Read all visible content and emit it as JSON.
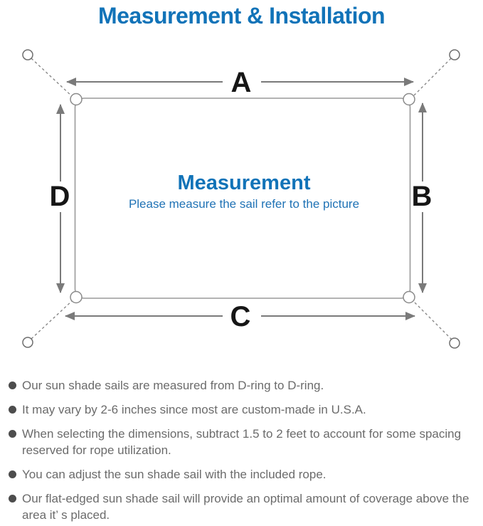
{
  "title": "Measurement & Installation",
  "diagram": {
    "labels": {
      "a": "A",
      "b": "B",
      "c": "C",
      "d": "D"
    },
    "center_title": "Measurement",
    "center_subtitle": "Please measure the sail refer to the picture"
  },
  "bullets": [
    {
      "text": "Our sun shade sails are measured from D-ring to D-ring."
    },
    {
      "text": "It may vary by 2-6 inches since most are custom-made in U.S.A."
    },
    {
      "text": "When selecting the dimensions, subtract 1.5 to 2 feet to account for some spacing reserved for rope utilization."
    },
    {
      "text": "You can adjust the sun shade sail with the included rope."
    },
    {
      "text": "Our flat-edged sun shade sail will provide an optimal amount of coverage above the area it’ s placed."
    }
  ],
  "colors": {
    "accent_blue": "#1173b8",
    "subtitle_blue": "#1f72b5",
    "bullet_text_gray": "#6b6b6b",
    "line_gray": "#7a7a7a",
    "label_black": "#161616"
  }
}
